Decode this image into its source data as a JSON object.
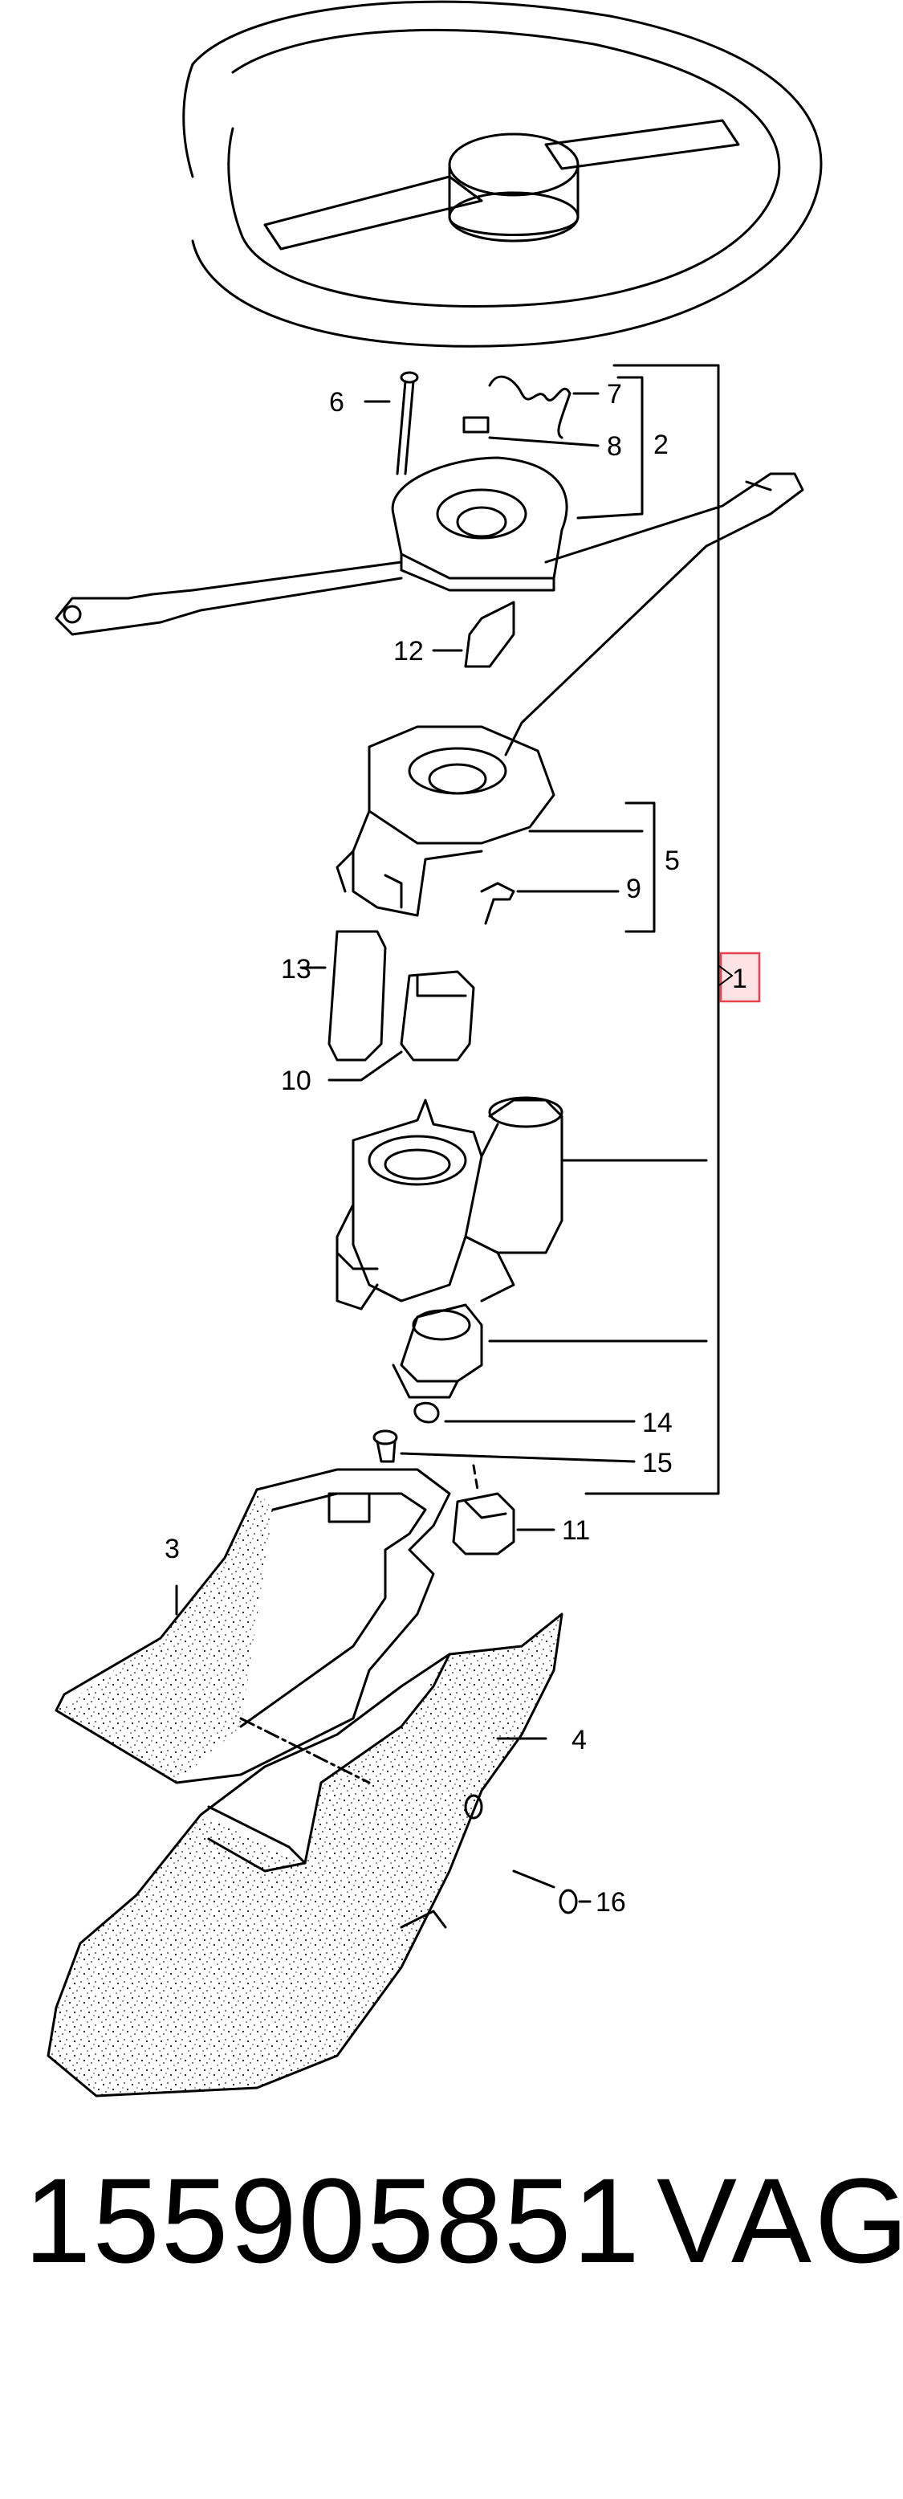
{
  "diagram": {
    "labels": [
      {
        "id": "callout-1",
        "text": "1"
      },
      {
        "id": "callout-2",
        "text": "2"
      },
      {
        "id": "callout-3",
        "text": "3"
      },
      {
        "id": "callout-4",
        "text": "4"
      },
      {
        "id": "callout-5",
        "text": "5"
      },
      {
        "id": "callout-6",
        "text": "6"
      },
      {
        "id": "callout-7",
        "text": "7"
      },
      {
        "id": "callout-8",
        "text": "8"
      },
      {
        "id": "callout-9",
        "text": "9"
      },
      {
        "id": "callout-10",
        "text": "10"
      },
      {
        "id": "callout-11",
        "text": "11"
      },
      {
        "id": "callout-12",
        "text": "12"
      },
      {
        "id": "callout-13",
        "text": "13"
      },
      {
        "id": "callout-14",
        "text": "14"
      },
      {
        "id": "callout-15",
        "text": "15"
      },
      {
        "id": "callout-16",
        "text": "16"
      }
    ],
    "highlight_color": "#e8414e"
  },
  "footer": {
    "part_number": "155905851",
    "brand": "VAG"
  }
}
